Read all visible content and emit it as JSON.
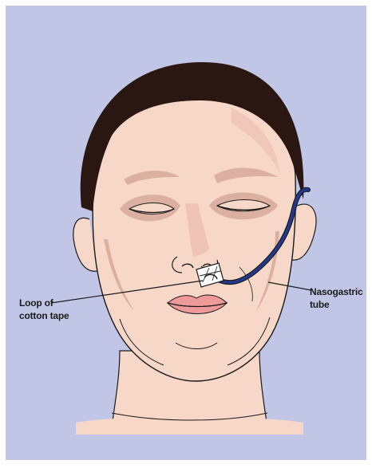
{
  "diagram": {
    "labels": {
      "loop_of_cotton_tape": {
        "line1": "Loop of",
        "line2": "cotton tape"
      },
      "nasogastric_tube": {
        "line1": "Nasogastric",
        "line2": "tube"
      }
    },
    "colors": {
      "background": "#c2c6e6",
      "skin": "#f7d7c8",
      "skin_shade": "#dbb0a0",
      "hair": "#2a1712",
      "lips": "#ee9a99",
      "tube": "#23388f",
      "outline": "#1a1a1a"
    }
  }
}
